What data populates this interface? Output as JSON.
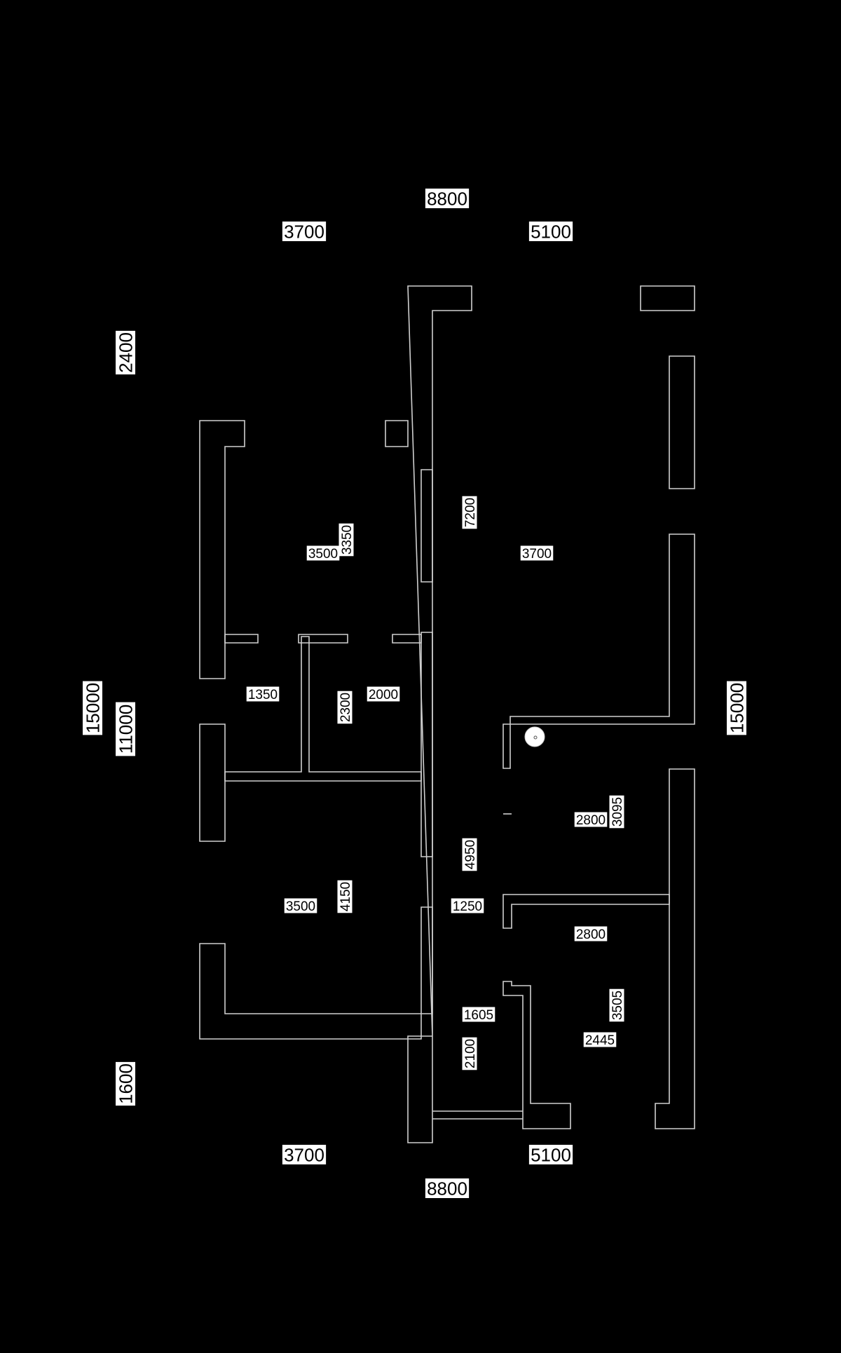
{
  "dimensions": {
    "top_total": "8800",
    "top_left": "3700",
    "top_right": "5100",
    "bottom_left": "3700",
    "bottom_right": "5100",
    "bottom_total": "8800",
    "left_upper": "2400",
    "left_total": "15000",
    "left_middle": "11000",
    "left_lower": "1600",
    "right_total": "15000"
  },
  "rooms": {
    "bedroom_nw_width": "3500",
    "bedroom_nw_depth": "3350",
    "living_width": "3700",
    "living_depth": "7200",
    "closet_width": "1350",
    "bath_w_width": "2000",
    "bath_w_depth": "2300",
    "bedroom_sw_width": "3500",
    "bedroom_sw_depth": "4150",
    "hall_depth": "4950",
    "hall_width": "1250",
    "kitchen_width": "2800",
    "kitchen_depth": "3095",
    "bath_e_width": "2800",
    "bedroom_se_width": "2445",
    "bedroom_se_depth": "3505",
    "entry_width": "1605",
    "entry_depth": "2100"
  }
}
